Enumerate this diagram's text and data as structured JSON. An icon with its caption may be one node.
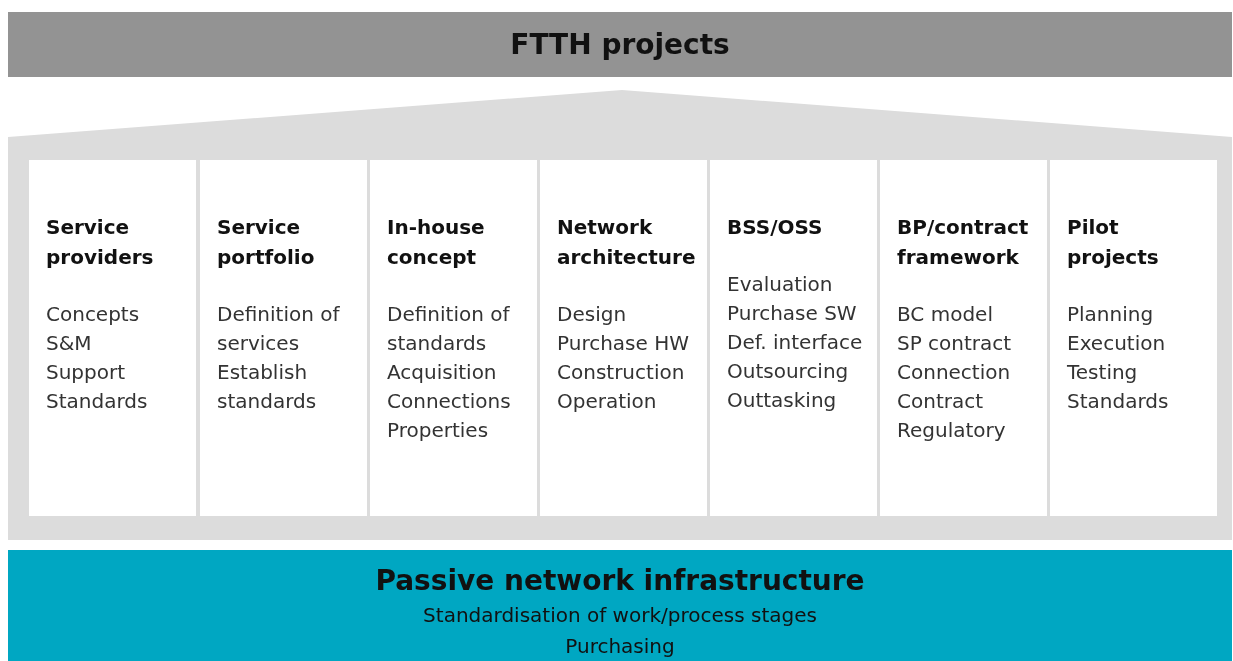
{
  "diagram": {
    "nodes": [
      {
        "text": [
          "FTTH projects"
        ]
      },
      {
        "text": [],
        "shape": "house"
      },
      {
        "text": [
          "Service providers",
          "Concepts",
          "S&M",
          "Support",
          "Standards"
        ],
        "in": 1
      },
      {
        "text": [
          "Service portfolio",
          "Definition of services",
          "Establish standards"
        ],
        "in": 1
      },
      {
        "text": [
          "In-house concept",
          "Definition of standards",
          "Acquisition",
          "Connections",
          "Properties"
        ],
        "in": 1
      },
      {
        "text": [
          "Network architecture",
          "Design",
          "Purchase HW",
          "Construction",
          "Operation"
        ],
        "in": 1
      },
      {
        "text": [
          "BSS/OSS",
          "Evaluation",
          "Purchase SW",
          "Def. interface",
          "Outsourcing",
          "Outtasking"
        ],
        "in": 1
      },
      {
        "text": [
          "BP/contract framework",
          "BC model",
          "SP contract",
          "Connection",
          "Contract",
          "Regulatory"
        ],
        "in": 1
      },
      {
        "text": [
          "Pilot projects",
          "Planning",
          "Execution",
          "Testing",
          "Standards"
        ],
        "in": 1
      },
      {
        "text": [
          "Passive network infrastructure",
          "Standardisation of work/process stages",
          "Purchasing"
        ]
      }
    ]
  }
}
